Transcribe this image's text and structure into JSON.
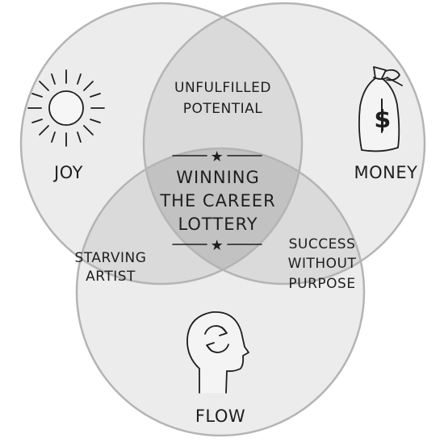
{
  "circles": {
    "joy": {
      "label": "JOY",
      "icon": "sun-icon"
    },
    "money": {
      "label": "MONEY",
      "icon": "money-bag-icon",
      "bag_symbol": "$"
    },
    "flow": {
      "label": "FLOW",
      "icon": "head-cycle-icon"
    }
  },
  "overlaps": {
    "joy_money": [
      "UNFULFILLED",
      "POTENTIAL"
    ],
    "joy_flow": [
      "STARVING",
      "ARTIST"
    ],
    "money_flow": [
      "SUCCESS",
      "WITHOUT",
      "PURPOSE"
    ]
  },
  "center": {
    "lines": [
      "WINNING",
      "THE CAREER",
      "LOTTERY"
    ],
    "star_glyph": "★"
  },
  "colors": {
    "single_region": "#ececec",
    "double_overlap": "#dadada",
    "center": "#c2c2c2",
    "ink": "#1e1e1e"
  }
}
